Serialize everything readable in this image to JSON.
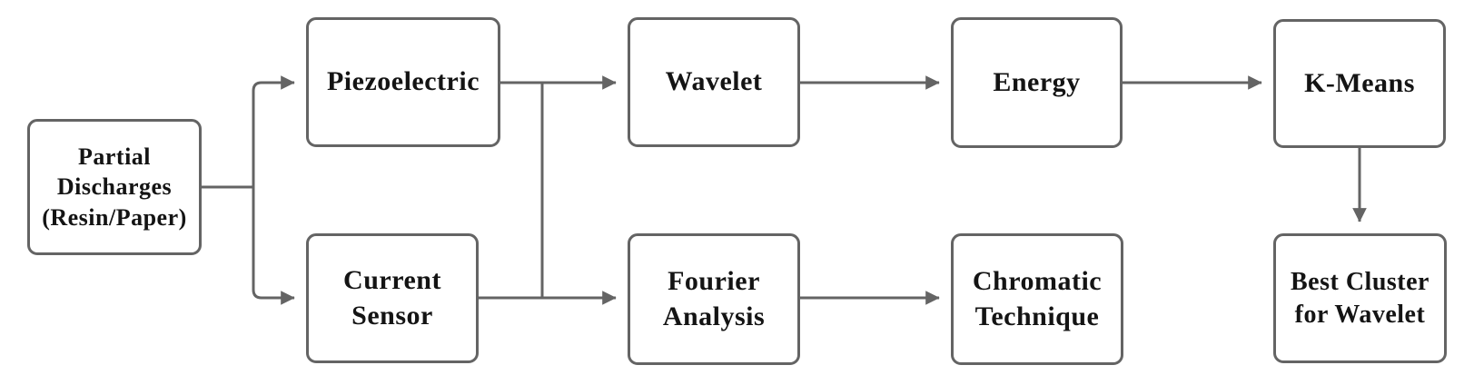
{
  "diagram": {
    "background_color": "#ffffff",
    "line_color": "#646464",
    "text_color": "#141414",
    "nodes": {
      "partial_discharges": {
        "label": "Partial\nDischarges\n(Resin/Paper)"
      },
      "piezoelectric": {
        "label": "Piezoelectric"
      },
      "current_sensor": {
        "label": "Current\nSensor"
      },
      "wavelet": {
        "label": "Wavelet"
      },
      "fourier_analysis": {
        "label": "Fourier\nAnalysis"
      },
      "energy": {
        "label": "Energy"
      },
      "chromatic_technique": {
        "label": "Chromatic\nTechnique"
      },
      "k_means": {
        "label": "K-Means"
      },
      "best_cluster": {
        "label": "Best Cluster\nfor Wavelet"
      }
    },
    "edges": [
      {
        "from": "partial_discharges",
        "to": "piezoelectric"
      },
      {
        "from": "partial_discharges",
        "to": "current_sensor"
      },
      {
        "from": "piezoelectric",
        "to": "wavelet"
      },
      {
        "from": "current_sensor",
        "to": "fourier_analysis"
      },
      {
        "from": "piezoelectric",
        "to": "fourier_analysis",
        "via": "junction"
      },
      {
        "from": "current_sensor",
        "to": "wavelet",
        "via": "junction"
      },
      {
        "from": "wavelet",
        "to": "energy"
      },
      {
        "from": "energy",
        "to": "k_means"
      },
      {
        "from": "fourier_analysis",
        "to": "chromatic_technique"
      },
      {
        "from": "k_means",
        "to": "best_cluster"
      }
    ]
  }
}
